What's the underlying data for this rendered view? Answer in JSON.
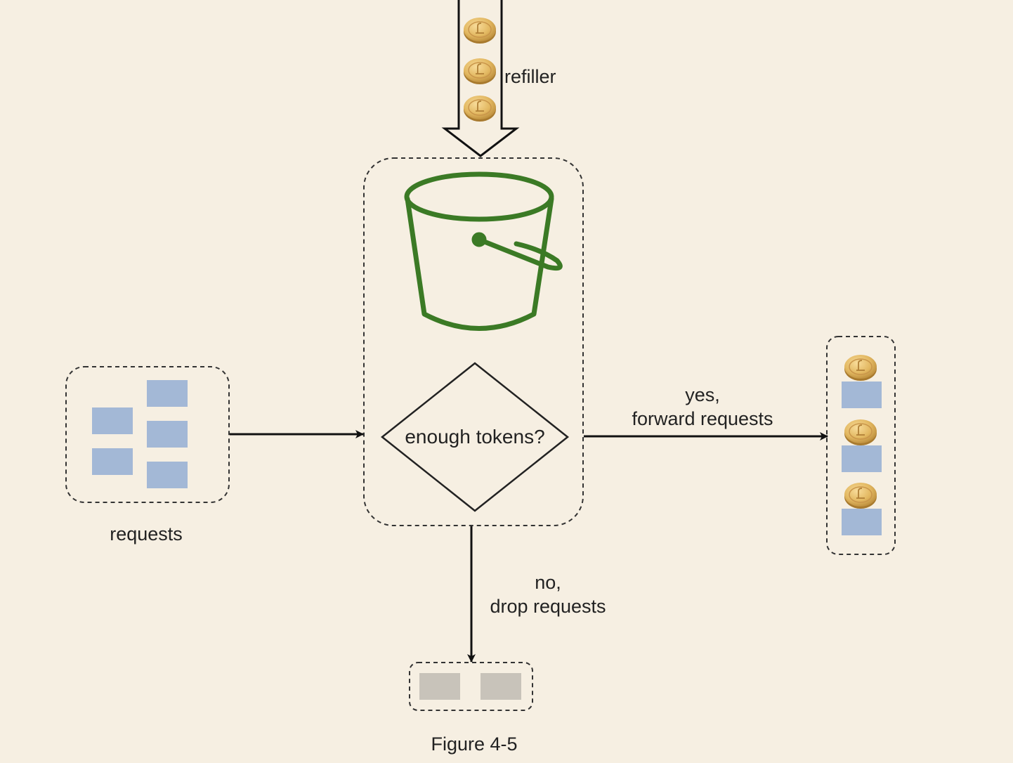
{
  "colors": {
    "background": "#f6efe2",
    "bucket": "#3b7a25",
    "request_block": "#a3b8d6",
    "dropped_block": "#c8c3ba",
    "token": "#e2b760",
    "line": "#111111"
  },
  "labels": {
    "refiller": "refiller",
    "requests": "requests",
    "decision": "enough tokens?",
    "yes_line1": "yes,",
    "yes_line2": "forward requests",
    "no_line1": "no,",
    "no_line2": "drop requests",
    "figure": "Figure 4-5"
  },
  "icons": {
    "bucket": "bucket-icon",
    "token": "coin-icon"
  }
}
